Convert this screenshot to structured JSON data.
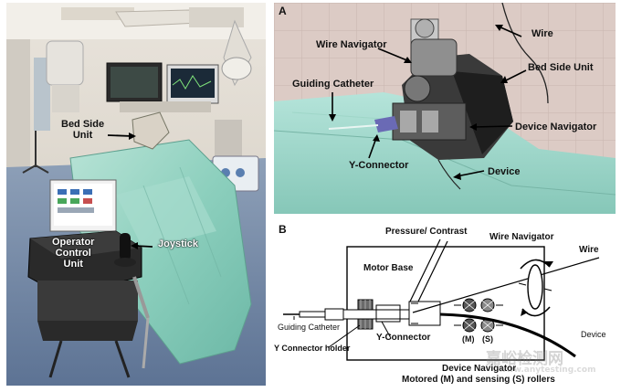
{
  "left_photo": {
    "labels": {
      "bed_side_unit": "Bed Side\nUnit",
      "joystick": "Joystick",
      "operator_control_unit": "Operator\nControl\nUnit"
    }
  },
  "panel_a": {
    "tag": "A",
    "labels": {
      "wire": "Wire",
      "wire_navigator": "Wire Navigator",
      "bed_side_unit": "Bed Side Unit",
      "guiding_catheter": "Guiding Catheter",
      "device_navigator": "Device Navigator",
      "y_connector": "Y-Connector",
      "device": "Device"
    }
  },
  "panel_b": {
    "tag": "B",
    "labels": {
      "pressure_contrast": "Pressure/ Contrast",
      "wire_navigator": "Wire Navigator",
      "wire": "Wire",
      "motor_base": "Motor Base",
      "guiding_catheter": "Guiding Catheter",
      "y_connector_holder": "Y Connector holder",
      "y_connector": "Y-Connector",
      "m": "(M)",
      "s": "(S)",
      "device": "Device",
      "device_navigator": "Device Navigator",
      "rollers": "Motored (M) and sensing (S) rollers"
    }
  },
  "watermark": {
    "main": "嘉峪检测网",
    "sub": "www.anytesting.com"
  },
  "colors": {
    "drape_green": "#9fd6c8",
    "floor_blue": "#6f88a8",
    "wall_tile": "#d9c9c3",
    "device_black": "#1c1c1c"
  }
}
